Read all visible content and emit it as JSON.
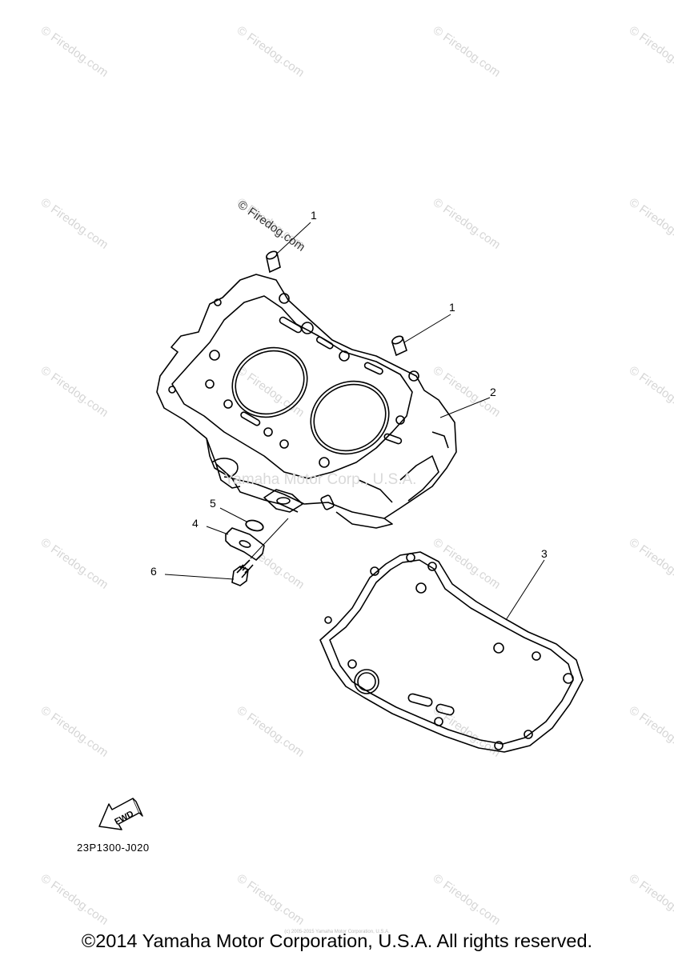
{
  "diagram": {
    "callouts": {
      "c1a": "1",
      "c1b": "1",
      "c2": "2",
      "c3": "3",
      "c4": "4",
      "c5": "5",
      "c6": "6"
    },
    "fwd_label": "FWD",
    "part_code": "23P1300-J020",
    "watermark_text": "© Firedog.com",
    "corp_watermark": "Yamaha Motor Corp., U.S.A.",
    "fine_print": "(c) 2005-2015 Yamaha Motor Corporation, U.S.A.",
    "copyright": "©2014 Yamaha Motor Corporation, U.S.A. All rights reserved."
  }
}
